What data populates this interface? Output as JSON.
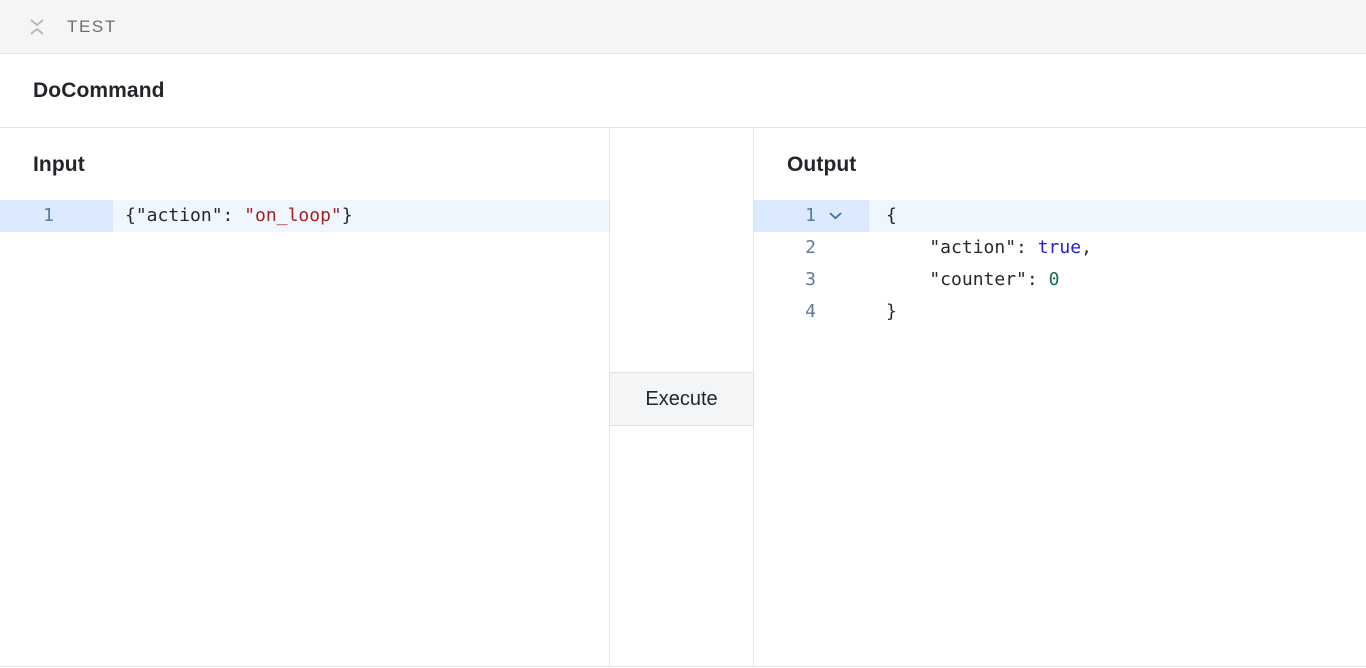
{
  "topbar": {
    "collapse_icon": "collapse-chevrons-icon",
    "title": "TEST"
  },
  "command": {
    "title": "DoCommand"
  },
  "input_panel": {
    "heading": "Input",
    "lines": [
      {
        "number": "1",
        "active": true,
        "tokens": [
          {
            "text": "{\"action\": ",
            "type": "punct"
          },
          {
            "text": "\"on_loop\"",
            "type": "str"
          },
          {
            "text": "}",
            "type": "punct"
          }
        ]
      }
    ],
    "raw_text": "{\"action\": \"on_loop\"}"
  },
  "middle_panel": {
    "execute_label": "Execute"
  },
  "output_panel": {
    "heading": "Output",
    "lines": [
      {
        "number": "1",
        "active": true,
        "fold_icon": "chevron-down-icon",
        "tokens": [
          {
            "text": "{",
            "type": "punct"
          }
        ]
      },
      {
        "number": "2",
        "active": false,
        "fold_icon": "",
        "tokens": [
          {
            "text": "    \"action\": ",
            "type": "key"
          },
          {
            "text": "true",
            "type": "bool"
          },
          {
            "text": ",",
            "type": "punct"
          }
        ]
      },
      {
        "number": "3",
        "active": false,
        "fold_icon": "",
        "tokens": [
          {
            "text": "    \"counter\": ",
            "type": "key"
          },
          {
            "text": "0",
            "type": "num"
          }
        ]
      },
      {
        "number": "4",
        "active": false,
        "fold_icon": "",
        "tokens": [
          {
            "text": "}",
            "type": "punct"
          }
        ]
      }
    ],
    "raw_text": "{\n    \"action\": true,\n    \"counter\": 0\n}"
  },
  "colors": {
    "string": "#a52020",
    "boolean": "#2222cc",
    "number": "#1a6e4a",
    "text": "#24292f",
    "line_number": "#5c7a99",
    "active_line_bg": "#eff6fe",
    "active_gutter_bg": "#dbeafe",
    "border": "#e3e4e8",
    "topbar_bg": "#f5f5f6",
    "button_bg": "#f4f5f6"
  }
}
